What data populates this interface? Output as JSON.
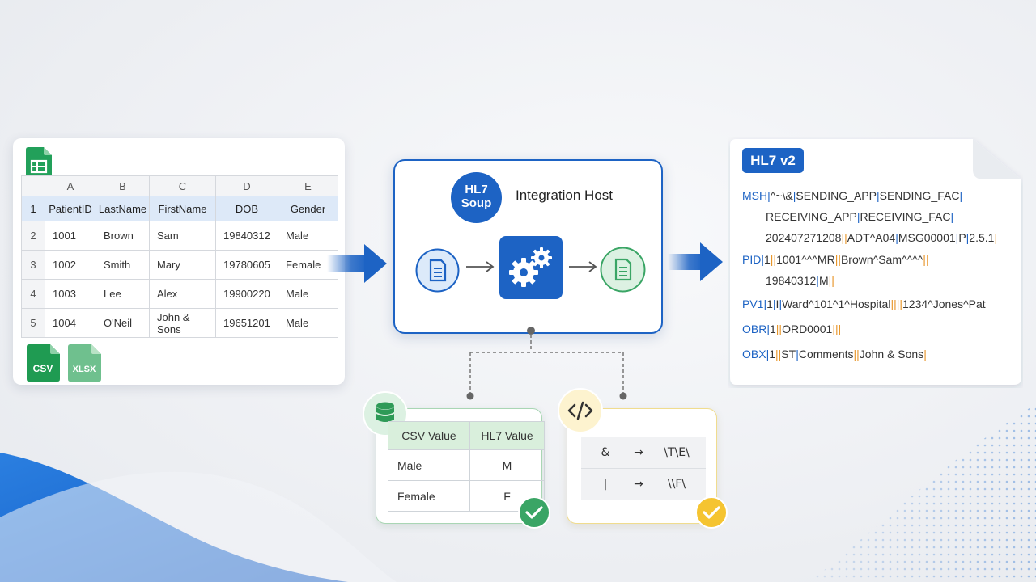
{
  "spreadsheet": {
    "columns": [
      "A",
      "B",
      "C",
      "D",
      "E"
    ],
    "row_numbers": [
      "1",
      "2",
      "3",
      "4",
      "5"
    ],
    "fields": [
      "PatientID",
      "LastName",
      "FirstName",
      "DOB",
      "Gender"
    ],
    "rows": [
      [
        "1001",
        "Brown",
        "Sam",
        "19840312",
        "Male"
      ],
      [
        "1002",
        "Smith",
        "Mary",
        "19780605",
        "Female"
      ],
      [
        "1003",
        "Lee",
        "Alex",
        "19900220",
        "Male"
      ],
      [
        "1004",
        "O'Neil",
        "John & Sons",
        "19651201",
        "Male"
      ]
    ],
    "file_types": [
      "CSV",
      "XLSX"
    ]
  },
  "host": {
    "badge_line1": "HL7",
    "badge_line2": "Soup",
    "title": "Integration Host"
  },
  "value_map": {
    "headers": [
      "CSV Value",
      "HL7 Value"
    ],
    "rows": [
      [
        "Male",
        "M"
      ],
      [
        "Female",
        "F"
      ]
    ]
  },
  "escapes": {
    "rows": [
      [
        "&",
        "→",
        "\\T\\E\\"
      ],
      [
        "|",
        "→",
        "\\\\F\\"
      ]
    ]
  },
  "hl7": {
    "tag": "HL7 v2",
    "msh_name": "MSH",
    "msh_1": "^~\\&",
    "msh_2": "SENDING_APP",
    "msh_3": "SENDING_FAC",
    "msh_4": "RECEIVING_APP",
    "msh_5": "RECEIVING_FAC",
    "msh_6": "202407271208",
    "msh_7": "ADT^A04",
    "msh_8": "MSG00001",
    "msh_9": "P",
    "msh_10": "2.5.1",
    "pid_name": "PID",
    "pid_1": "1",
    "pid_2": "1001^^^MR",
    "pid_3": "Brown^Sam^^^^",
    "pid_4": "19840312",
    "pid_5": "M",
    "pv1_name": "PV1",
    "pv1_1": "1",
    "pv1_2": "I",
    "pv1_3": "Ward^101^1^Hospital",
    "pv1_4": "1234^Jones^Pat",
    "obr_name": "OBR",
    "obr_1": "1",
    "obr_2": "ORD0001",
    "obx_name": "OBX",
    "obx_1": "1",
    "obx_2": "ST",
    "obx_3": "Comments",
    "obx_4": "John & Sons"
  },
  "colors": {
    "primary_blue": "#1d63c4",
    "sheet_green": "#22a05a",
    "check_green": "#3aa565",
    "check_yellow": "#f5c431",
    "orange_delimiter": "#e8962a"
  }
}
